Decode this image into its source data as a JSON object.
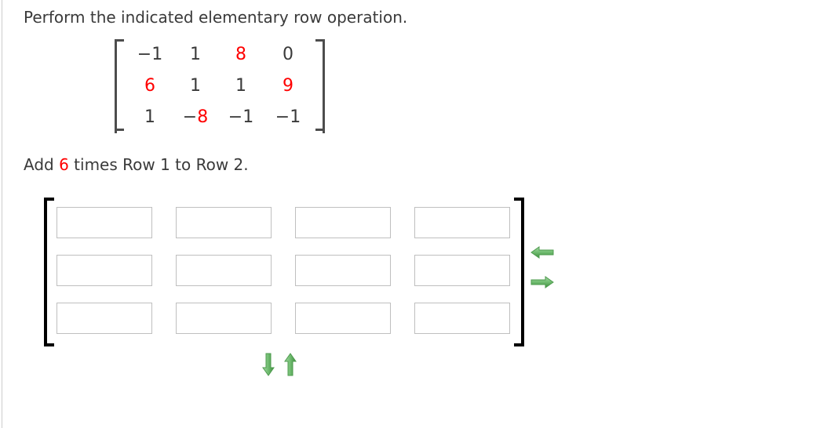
{
  "prompt": {
    "text": "Perform the indicated elementary row operation."
  },
  "given_matrix": {
    "name": "given-matrix",
    "rows": [
      [
        {
          "text": "−1",
          "color": "#3a3a3a",
          "sign_color": "#3a3a3a"
        },
        {
          "text": "1",
          "color": "#3a3a3a",
          "sign_color": "#3a3a3a"
        },
        {
          "text": "8",
          "color": "#ff0000",
          "sign_color": "#3a3a3a"
        },
        {
          "text": "0",
          "color": "#3a3a3a",
          "sign_color": "#3a3a3a"
        }
      ],
      [
        {
          "text": "6",
          "color": "#ff0000",
          "sign_color": "#3a3a3a"
        },
        {
          "text": "1",
          "color": "#3a3a3a",
          "sign_color": "#3a3a3a"
        },
        {
          "text": "1",
          "color": "#3a3a3a",
          "sign_color": "#3a3a3a"
        },
        {
          "text": "9",
          "color": "#ff0000",
          "sign_color": "#3a3a3a"
        }
      ],
      [
        {
          "text": "1",
          "color": "#3a3a3a",
          "sign_color": "#3a3a3a"
        },
        {
          "text": "−8",
          "color": "#ff0000",
          "sign_color": "#3a3a3a"
        },
        {
          "text": "−1",
          "color": "#3a3a3a",
          "sign_color": "#3a3a3a"
        },
        {
          "text": "−1",
          "color": "#3a3a3a",
          "sign_color": "#3a3a3a"
        }
      ]
    ]
  },
  "operation": {
    "prefix": "Add ",
    "scalar": "6",
    "suffix": " times Row 1 to Row 2.",
    "scalar_color": "#ff0000"
  },
  "answer_matrix": {
    "rows": 3,
    "cols": 4,
    "values": [
      [
        "",
        "",
        "",
        ""
      ],
      [
        "",
        "",
        "",
        ""
      ],
      [
        "",
        "",
        "",
        ""
      ]
    ],
    "placeholder": ""
  },
  "controls": {
    "accent_color": "#5aa95a",
    "side": [
      {
        "name": "arrow-left-icon",
        "label": "←",
        "direction": "left"
      },
      {
        "name": "arrow-right-icon",
        "label": "→",
        "direction": "right"
      }
    ],
    "bottom": [
      {
        "name": "arrow-down-icon",
        "label": "↓",
        "direction": "down"
      },
      {
        "name": "arrow-up-icon",
        "label": "↑",
        "direction": "up"
      }
    ]
  },
  "colors": {
    "text": "#3a3a3a",
    "highlight": "#ff0000",
    "field_border": "#bfbfbf",
    "bracket": "#000000",
    "arrow_green_light": "#8cc98c",
    "arrow_green_dark": "#3f8f3f"
  }
}
